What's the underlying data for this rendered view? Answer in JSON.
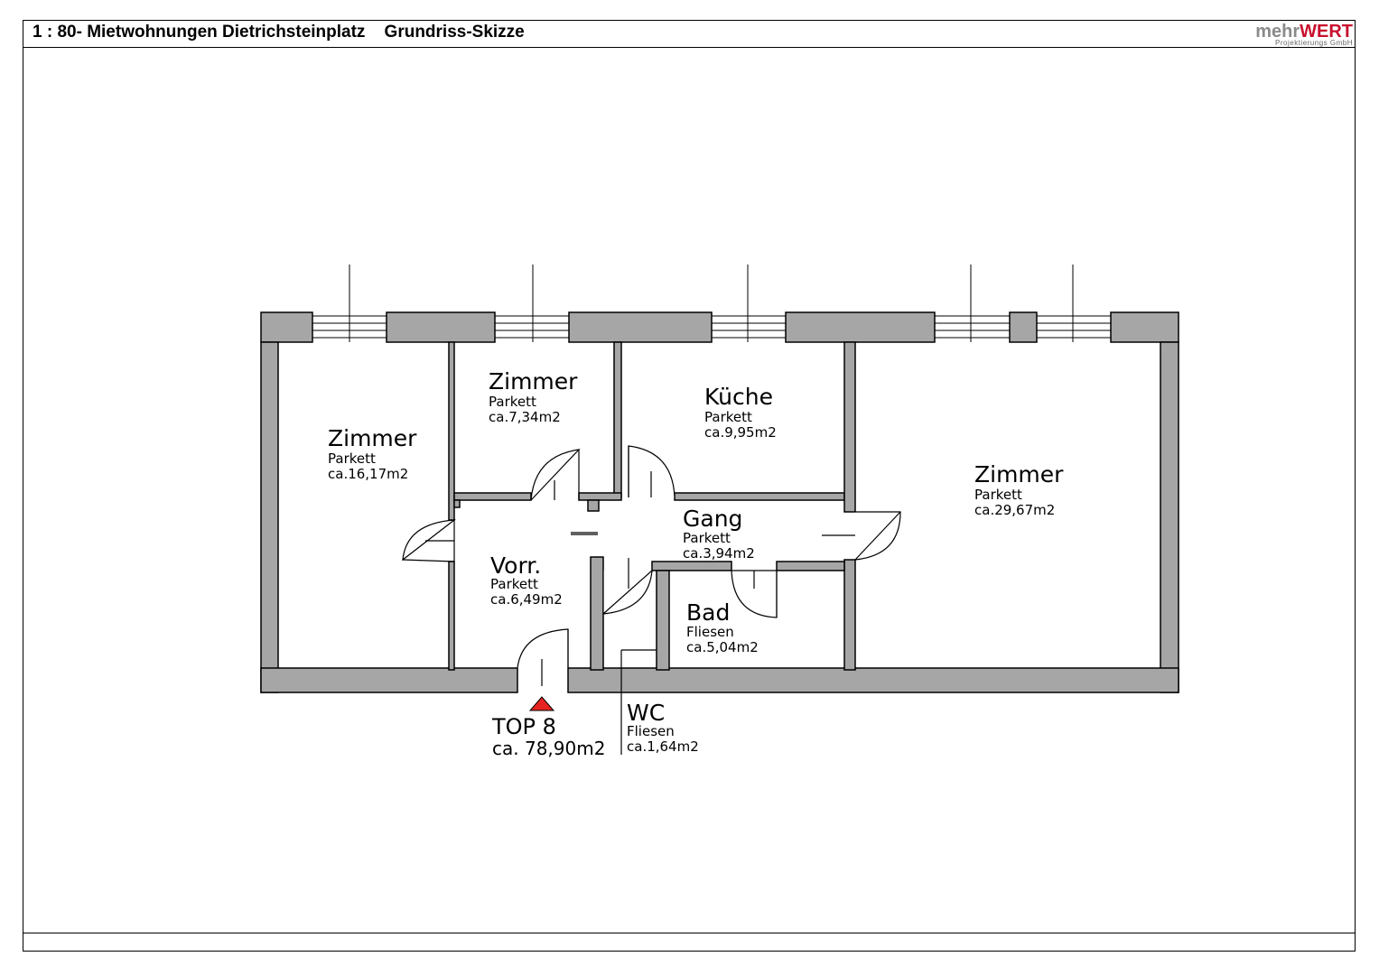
{
  "header": {
    "title": "1 : 80- Mietwohnungen Dietrichsteinplatz    Grundriss-Skizze"
  },
  "logo": {
    "part1": "mehr",
    "part2": "WERT",
    "subtitle": "Projektierungs GmbH"
  },
  "plan": {
    "entrance": {
      "name": "TOP 8",
      "area": "ca. 78,90m2"
    },
    "rooms": [
      {
        "name": "Zimmer",
        "floor": "Parkett",
        "area": "ca.16,17m2"
      },
      {
        "name": "Zimmer",
        "floor": "Parkett",
        "area": "ca.7,34m2"
      },
      {
        "name": "Küche",
        "floor": "Parkett",
        "area": "ca.9,95m2"
      },
      {
        "name": "Zimmer",
        "floor": "Parkett",
        "area": "ca.29,67m2"
      },
      {
        "name": "Gang",
        "floor": "Parkett",
        "area": "ca.3,94m2"
      },
      {
        "name": "Vorr.",
        "floor": "Parkett",
        "area": "ca.6,49m2"
      },
      {
        "name": "Bad",
        "floor": "Fliesen",
        "area": "ca.5,04m2"
      },
      {
        "name": "WC",
        "floor": "Fliesen",
        "area": "ca.1,64m2"
      }
    ]
  },
  "colors": {
    "wall": "#a6a6a6",
    "entrance_marker": "#e52421",
    "logo_red": "#c8102e",
    "logo_gray": "#8a8a8a"
  }
}
